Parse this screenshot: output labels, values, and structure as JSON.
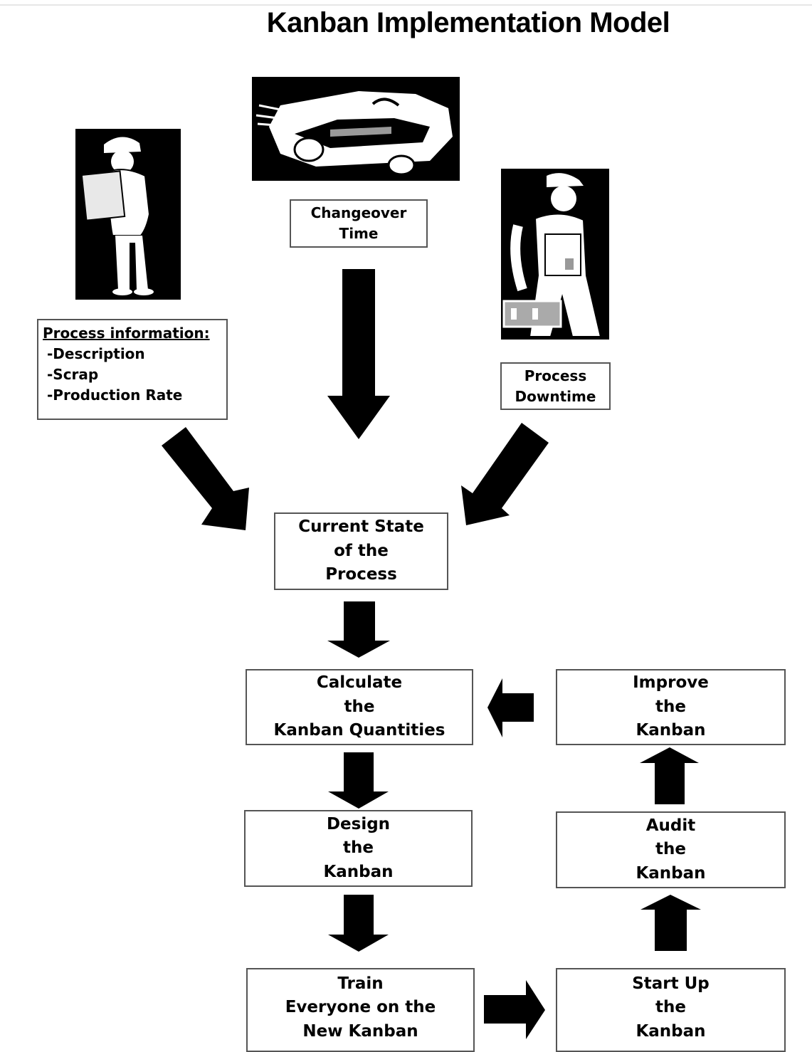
{
  "title": "Kanban Implementation Model",
  "colors": {
    "ink": "#000000",
    "box_border": "#555555",
    "paper": "#ffffff"
  },
  "illustrations": {
    "inspector": "inspector-with-clipboard-icon",
    "race_car": "race-car-icon",
    "mechanic": "mechanic-with-toolbox-icon"
  },
  "process_info": {
    "header": "Process information:",
    "items": [
      "-Description",
      "-Scrap",
      "-Production Rate"
    ]
  },
  "changeover": {
    "lines": [
      "Changeover",
      "Time"
    ]
  },
  "downtime": {
    "lines": [
      "Process",
      "Downtime"
    ]
  },
  "current_state": {
    "lines": [
      "Current State",
      "of the",
      "Process"
    ]
  },
  "calculate": {
    "lines": [
      "Calculate",
      "the",
      "Kanban Quantities"
    ]
  },
  "design": {
    "lines": [
      "Design",
      "the",
      "Kanban"
    ]
  },
  "train": {
    "lines": [
      "Train",
      "Everyone on the",
      "New Kanban"
    ]
  },
  "improve": {
    "lines": [
      "Improve",
      "the",
      "Kanban"
    ]
  },
  "audit": {
    "lines": [
      "Audit",
      "the",
      "Kanban"
    ]
  },
  "startup": {
    "lines": [
      "Start Up",
      "the",
      "Kanban"
    ]
  }
}
